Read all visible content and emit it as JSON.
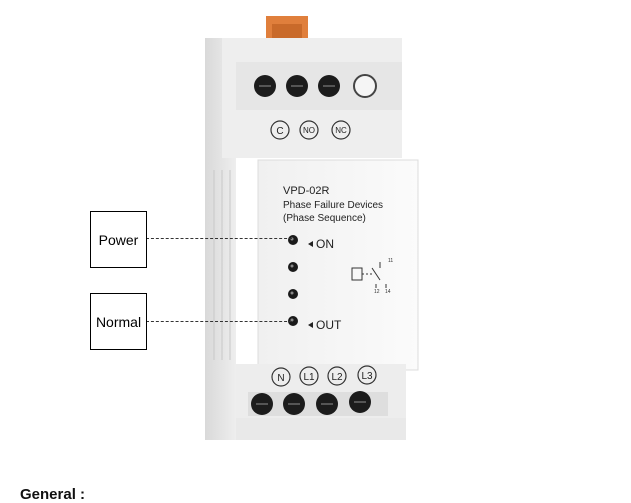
{
  "device": {
    "model": "VPD-02R",
    "line1": "Phase Failure Devices",
    "line2": "(Phase Sequence)",
    "top_terminals": [
      "C",
      "NO",
      "NC"
    ],
    "bottom_terminals": [
      "N",
      "L1",
      "L2",
      "L3"
    ],
    "led_on_label": "ON",
    "led_out_label": "OUT",
    "relay_pins": [
      "11",
      "12",
      "14"
    ]
  },
  "callouts": {
    "power": "Power",
    "normal": "Normal"
  },
  "section": {
    "heading": "General :"
  },
  "colors": {
    "body": "#efefef",
    "panel": "#f7f7f7",
    "terminal_tab": "#e07f3c",
    "screw": "#1c1c1c"
  }
}
